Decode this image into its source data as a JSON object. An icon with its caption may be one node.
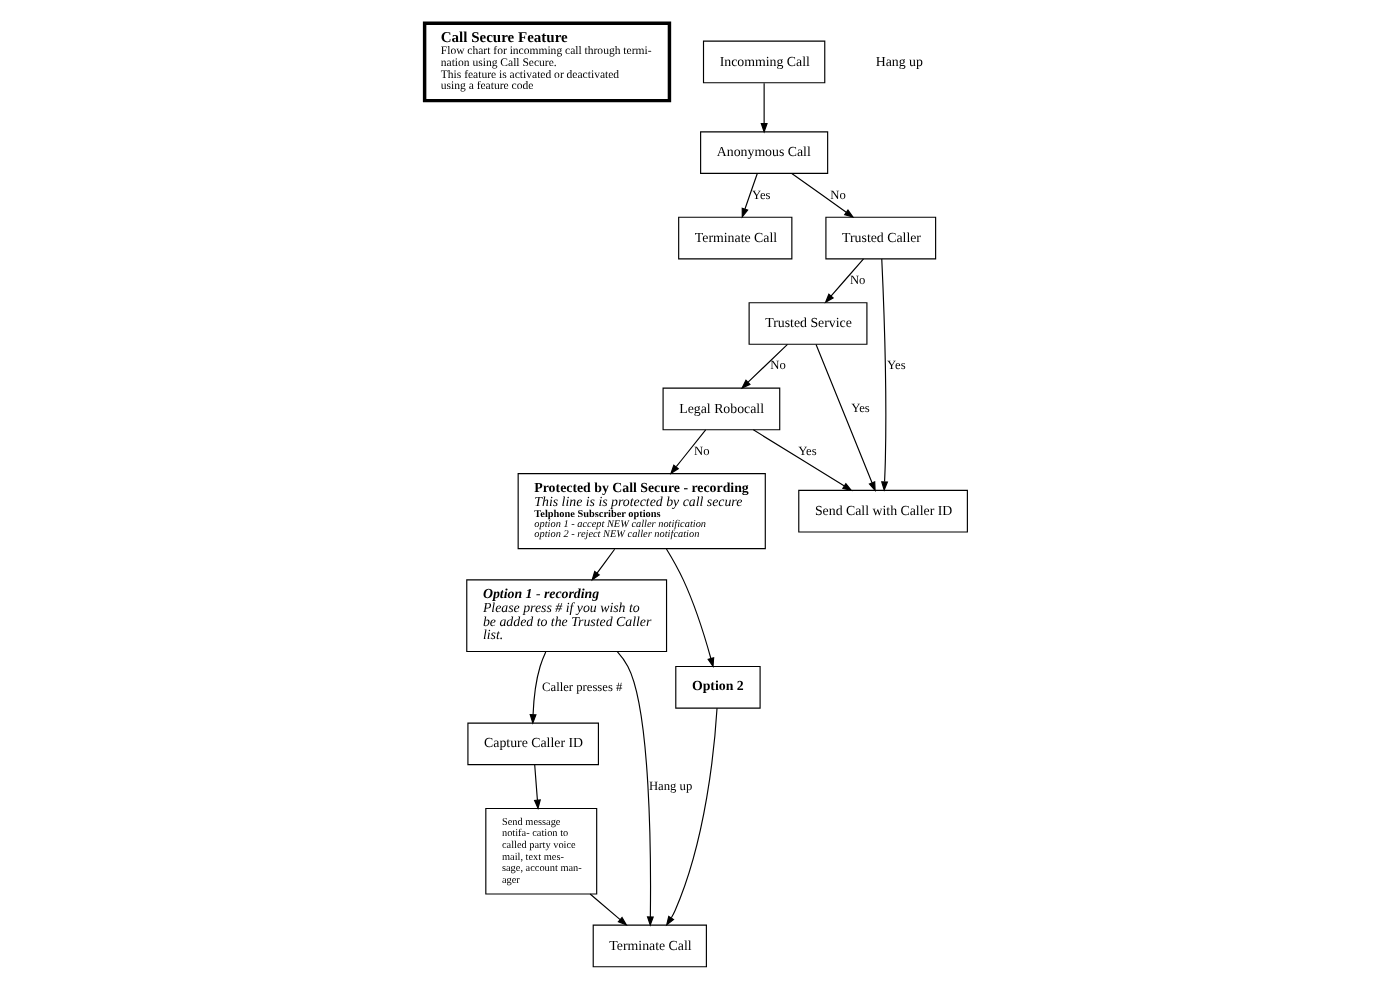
{
  "diagram": {
    "nodes": [
      {
        "text": [
          "Call Secure Feature",
          "Flow chart for incomming call through termi- nation using Call Secure.",
          "This feature is activated or deactivated using a feature code"
        ]
      },
      {
        "text": [
          "Incomming Call"
        ]
      },
      {
        "text": [
          "Anonymous Call"
        ]
      },
      {
        "text": [
          "Terminate Call"
        ]
      },
      {
        "text": [
          "Protected by Call Secure - recording",
          "This line is is protected by call secure",
          "Telphone Subscriber options",
          "option 1 - accept NEW caller notification",
          "option 2 - reject NEW caller notifcation"
        ]
      },
      {
        "text": [
          "Trusted Caller"
        ]
      },
      {
        "text": [
          "Option 1 - recording",
          "Please press # if you wish to be added to the Trusted Caller list."
        ]
      },
      {
        "text": [
          "Trusted Service"
        ]
      },
      {
        "text": [
          "Legal Robocall"
        ]
      },
      {
        "text": [
          "Capture Caller ID"
        ]
      },
      {
        "text": [
          "Option 2"
        ]
      },
      {
        "text": [
          "Send Call with Caller ID"
        ]
      },
      {
        "text": [
          "Send message notifa- cation to called party voice mail, text mes- sage, account man- ager"
        ]
      },
      {
        "text": [
          "Terminate Call"
        ]
      }
    ],
    "edges": [
      {
        "from": 1,
        "to": 2,
        "arrow": "to"
      },
      {
        "from": 2,
        "to": 3,
        "arrow": "to",
        "label": "Yes"
      },
      {
        "from": 2,
        "to": 5,
        "arrow": "to",
        "label": "No"
      },
      {
        "from": 5,
        "to": 7,
        "arrow": "to",
        "label": "No"
      },
      {
        "from": 5,
        "to": 11,
        "arrow": "to",
        "label": "Yes"
      },
      {
        "from": 7,
        "to": 8,
        "arrow": "to",
        "label": "No"
      },
      {
        "from": 7,
        "to": 11,
        "arrow": "to",
        "label": "Yes"
      },
      {
        "from": 8,
        "to": 11,
        "arrow": "to",
        "label": "Yes"
      },
      {
        "from": 8,
        "to": 4,
        "arrow": "to",
        "label": "No"
      },
      {
        "from": 4,
        "to": 6,
        "arrow": "to"
      },
      {
        "from": 4,
        "to": 10,
        "arrow": "to"
      },
      {
        "from": 6,
        "to": 9,
        "arrow": "to",
        "label": "Caller presses #"
      },
      {
        "from": 6,
        "to": 13,
        "arrow": "to",
        "label": "Hang up"
      },
      {
        "from": 9,
        "to": 12,
        "arrow": "to"
      },
      {
        "from": 12,
        "to": 13,
        "arrow": "to"
      },
      {
        "from": 10,
        "to": 13,
        "arrow": "to"
      }
    ],
    "labels": [
      "Hang up"
    ]
  }
}
